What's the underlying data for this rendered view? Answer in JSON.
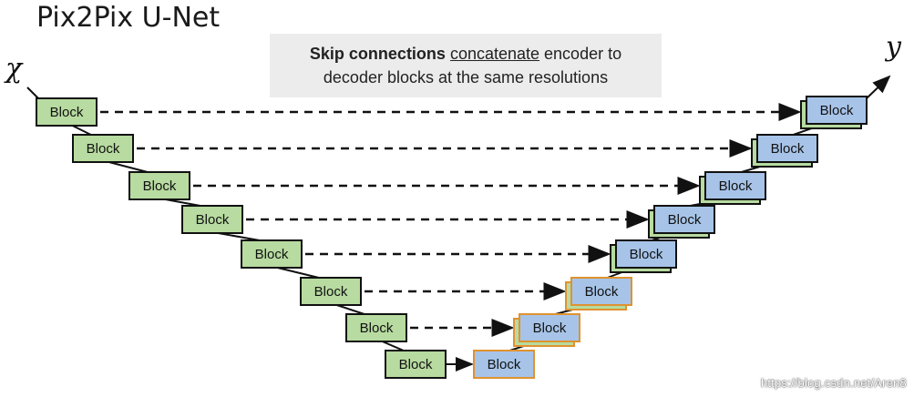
{
  "title": "Pix2Pix U-Net",
  "callout": {
    "bold": "Skip connections",
    "underlined": "concatenate",
    "rest_line1": " encoder to",
    "line2": "decoder blocks at the same resolutions"
  },
  "input_symbol": "χ",
  "output_symbol": "y",
  "block_label": "Block",
  "watermark": "https://blog.csdn.net/Aren8",
  "colors": {
    "encoder_fill": "#b7dba0",
    "decoder_fill": "#a7c4e8",
    "highlight_border": "#e0922f",
    "stroke": "#111111"
  }
}
